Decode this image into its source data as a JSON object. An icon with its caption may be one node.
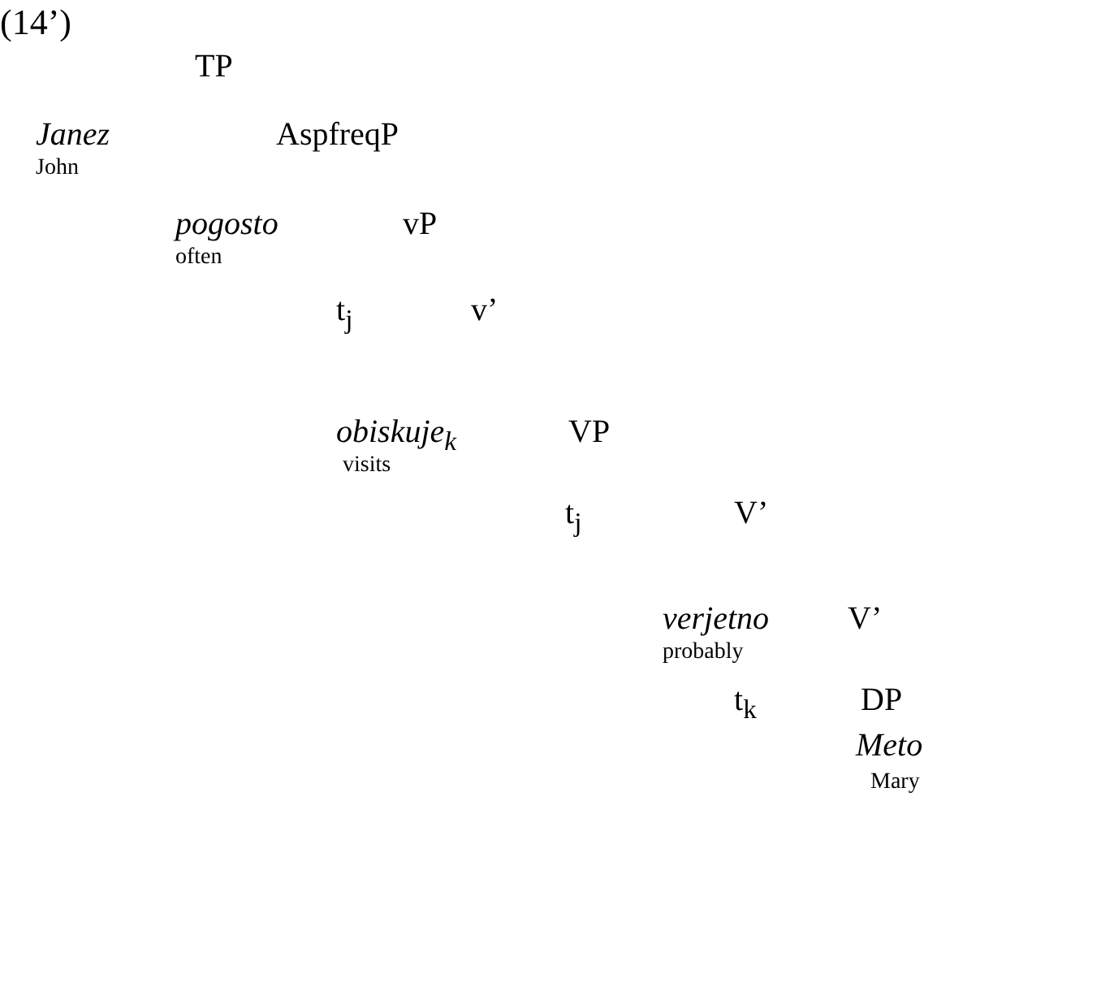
{
  "diagram": {
    "labels": [
      "(14’)",
      "TP",
      "Janez",
      "AspfreqP",
      "John",
      "pogosto",
      "vP",
      "often",
      "t$_{j}$",
      "v’",
      "obiskuje$_{k}$",
      "VP",
      "visits",
      "t$_{j}$",
      "V’",
      "verjetno",
      "V’",
      "probably",
      "t$_{k}$",
      "DP",
      "Meto",
      "Mary"
    ]
  }
}
